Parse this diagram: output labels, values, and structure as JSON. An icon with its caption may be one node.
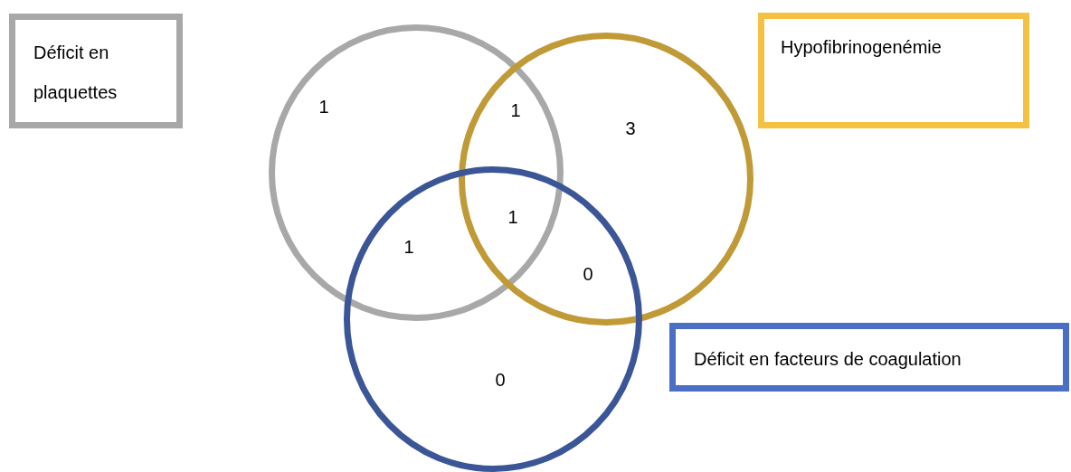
{
  "diagram": {
    "nodes": [
      {
        "text": [
          "Déficit en plaquettes"
        ]
      },
      {
        "text": [
          "Hypofibrinogenémie"
        ]
      },
      {
        "text": [
          "Déficit en facteurs de coagulation"
        ]
      },
      {
        "text": [],
        "shape": "circle"
      },
      {
        "text": [],
        "shape": "circle"
      },
      {
        "text": [],
        "shape": "circle"
      }
    ],
    "labels": [
      "1",
      "1",
      "3",
      "1",
      "1",
      "0",
      "0"
    ]
  }
}
